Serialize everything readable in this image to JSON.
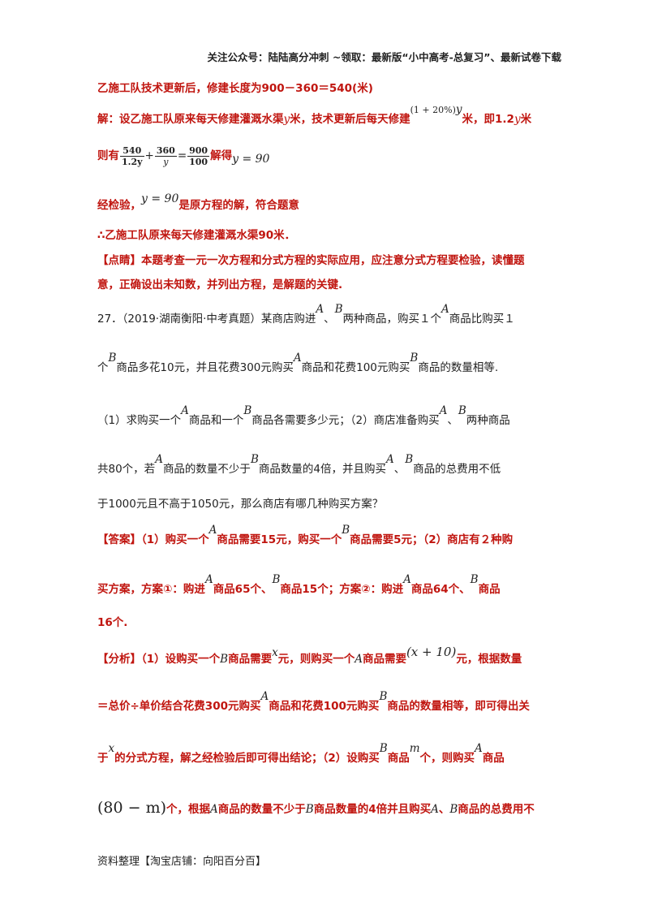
{
  "header": {
    "text": "关注公众号：陆陆高分冲刺 ~领取：最新版“小中高考-总复习”、最新试卷下载"
  },
  "sol1": {
    "line1": "乙施工队技术更新后，修建长度为900－360＝540(米)",
    "l2a": "解：设乙施工队原来每天修建灌溉水渠",
    "var_y": "y",
    "l2b": "米，技术更新后每天修建",
    "expr": "(1 + 20%)",
    "l2c": "米，即",
    "coef": "1.2",
    "l2d": "米",
    "l3a": "则有",
    "f1n": "540",
    "f1d": "1.2y",
    "f2n": "360",
    "f2d": "y",
    "f3n": "900",
    "f3d": "100",
    "op_plus": "+",
    "op_eq": "=",
    "l3b": "解得",
    "sol": "y = 90",
    "l4a": "经检验，",
    "l4b": "是原方程的解，符合题意",
    "l5": "∴乙施工队原来每天修建灌溉水渠90米．",
    "dianjing_label": "【点睛】",
    "dianjing_1": "本题考查一元一次方程和分式方程的实际应用，应注意分式方程要检验，读懂题",
    "dianjing_2": "意，正确设出未知数，并列出方程，是解题的关键."
  },
  "q27": {
    "l1a": "27．（2019·湖南衡阳·中考真题）某商店购进",
    "A": "A",
    "B": "B",
    "x": "x",
    "m": "m",
    "dun": "、",
    "l1b": "两种商品，购买１个",
    "l1c": "商品比购买１",
    "l2a": "个",
    "l2b": "商品多花10元，并且花费300元购买",
    "l2c": "商品和花费100元购买",
    "l2d": "商品的数量相等.",
    "l3a": "（1）求购买一个",
    "l3b": "商品和一个",
    "l3c": "商品各需要多少元；（2）商店准备购买",
    "l3d": "两种商品",
    "l4a": "共80个，若",
    "l4b": "商品的数量不少于",
    "l4c": "商品数量的4倍，并且购买",
    "l4d": "商品的总费用不低",
    "l5": "于1000元且不高于1050元，那么商店有哪几种购买方案？"
  },
  "answer": {
    "label": "【答案】",
    "a1": "（1）购买一个",
    "a2": "商品需要15元，购买一个",
    "a3": "商品需要5元；（2）商店有２种购",
    "b1": "买方案，方案①：购进",
    "b2": "商品65个、",
    "b3": "商品15个；方案②：购进",
    "b4": "商品64个、",
    "b5": "商品",
    "c1": "16个."
  },
  "analysis": {
    "label": "【分析】",
    "a1": "（1）设购买一个",
    "a2": "商品需要",
    "a3": "元，则购买一个",
    "a4": "商品需要",
    "expr": "(x + 10)",
    "a5": "元，根据数量",
    "b1": "＝总价÷单价结合花费300元购买",
    "b2": "商品和花费100元购买",
    "b3": "商品的数量相等，即可得出关",
    "c1": "于",
    "c2": "的分式方程，解之经检验后即可得出结论；（2）设购买",
    "c3": "商品",
    "c4": "个，则购买",
    "c5": "商品",
    "d_expr": "(80 − m)",
    "d1": "个，根据",
    "d2": "商品的数量不少于",
    "d3": "商品数量的4倍并且购买",
    "d4": "商品的总费用不"
  },
  "footer": {
    "text": "资料整理【淘宝店铺：向阳百分百】"
  }
}
